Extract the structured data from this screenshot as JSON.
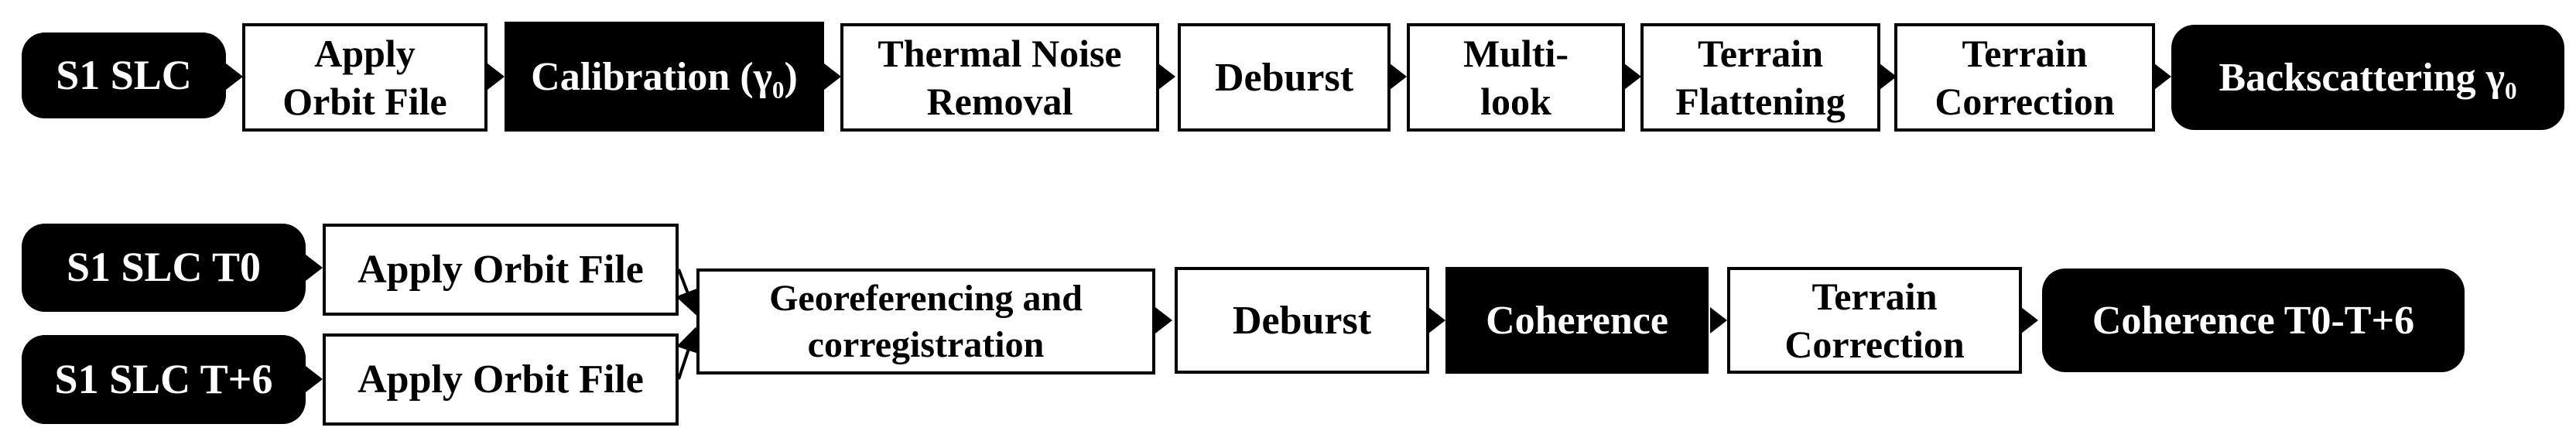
{
  "figure": {
    "type": "flowchart",
    "colors": {
      "background": "#ffffff",
      "dark_node_fill": "#000000",
      "dark_node_text": "#ffffff",
      "light_node_fill": "#ffffff",
      "light_node_text": "#000000",
      "border": "#000000",
      "arrow": "#000000"
    },
    "pipelines": [
      {
        "nodes": [
          {
            "label": "S1 SLC",
            "style": "dark",
            "shape": "rounded"
          },
          {
            "label": "Apply\nOrbit File",
            "style": "light",
            "shape": "rect"
          },
          {
            "label": "Calibration (γ₀)",
            "style": "dark",
            "shape": "rect"
          },
          {
            "label": "Thermal Noise\nRemoval",
            "style": "light",
            "shape": "rect"
          },
          {
            "label": "Deburst",
            "style": "light",
            "shape": "rect"
          },
          {
            "label": "Multi-\nlook",
            "style": "light",
            "shape": "rect"
          },
          {
            "label": "Terrain\nFlattening",
            "style": "light",
            "shape": "rect"
          },
          {
            "label": "Terrain\nCorrection",
            "style": "light",
            "shape": "rect"
          },
          {
            "label": "Backscattering γ₀",
            "style": "dark",
            "shape": "rounded"
          }
        ]
      },
      {
        "nodes": [
          {
            "label": "S1 SLC T0",
            "style": "dark",
            "shape": "rounded"
          },
          {
            "label": "Apply Orbit File",
            "style": "light",
            "shape": "rect"
          },
          {
            "label": "S1 SLC T+6",
            "style": "dark",
            "shape": "rounded"
          },
          {
            "label": "Apply Orbit File",
            "style": "light",
            "shape": "rect"
          },
          {
            "label": "Georeferencing and\ncorregistration",
            "style": "light",
            "shape": "rect"
          },
          {
            "label": "Deburst",
            "style": "light",
            "shape": "rect"
          },
          {
            "label": "Coherence",
            "style": "dark",
            "shape": "rect"
          },
          {
            "label": "Terrain\nCorrection",
            "style": "light",
            "shape": "rect"
          },
          {
            "label": "Coherence T0-T+6",
            "style": "dark",
            "shape": "rounded"
          }
        ]
      }
    ]
  }
}
